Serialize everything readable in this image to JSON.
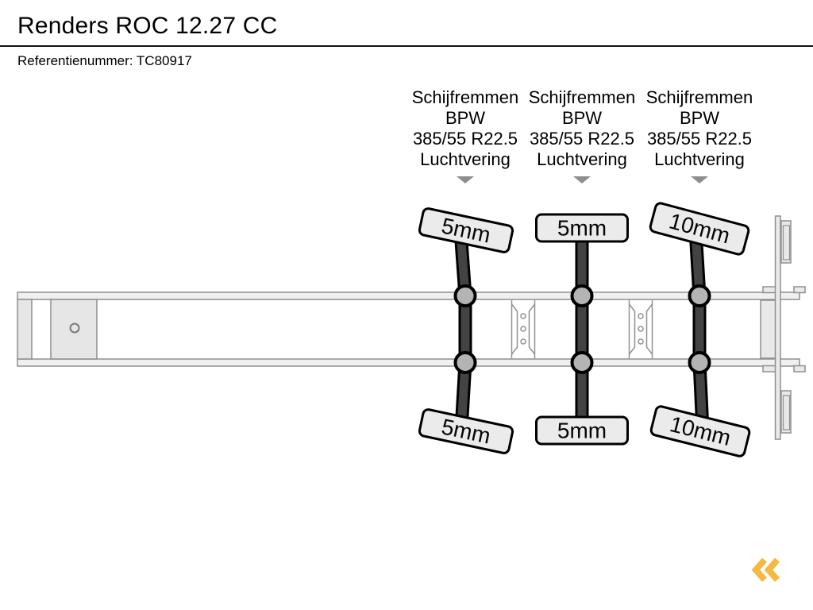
{
  "header": {
    "title": "Renders ROC 12.27 CC",
    "reference": "Referentienummer: TC80917"
  },
  "axles": [
    {
      "spec": [
        "Schijfremmen",
        "BPW",
        "385/55 R22.5",
        "Luchtvering"
      ],
      "tread_top": "5mm",
      "tread_bottom": "5mm"
    },
    {
      "spec": [
        "Schijfremmen",
        "BPW",
        "385/55 R22.5",
        "Luchtvering"
      ],
      "tread_top": "5mm",
      "tread_bottom": "5mm"
    },
    {
      "spec": [
        "Schijfremmen",
        "BPW",
        "385/55 R22.5",
        "Luchtvering"
      ],
      "tread_top": "10mm",
      "tread_bottom": "10mm"
    }
  ],
  "icons": {
    "axle_pointer": "triangle-down",
    "logo": "double-chevron-left"
  },
  "colors": {
    "logo_accent": "#F5B843",
    "axle_bar": "#434343",
    "hub_fill": "#b4b4b4",
    "frame_fill": "#f0f0f0",
    "frame_stroke": "#8f8f8f",
    "tread_label_fill": "#ebebeb"
  }
}
